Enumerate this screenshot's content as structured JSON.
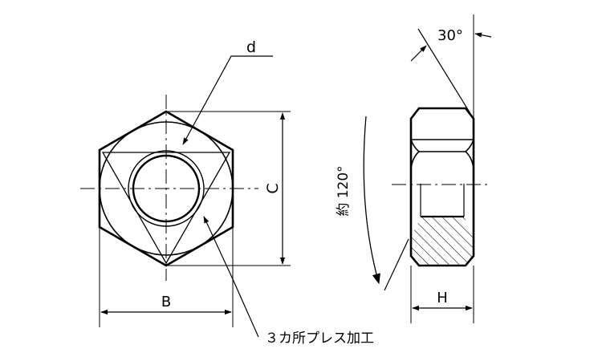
{
  "labels": {
    "d": "d",
    "c": "C",
    "b": "B",
    "h": "H",
    "angle_chamfer": "30°",
    "angle_approx": "約 120°",
    "press_note": "３カ所プレス加工"
  },
  "colors": {
    "line": "#000000",
    "background": "#ffffff"
  }
}
